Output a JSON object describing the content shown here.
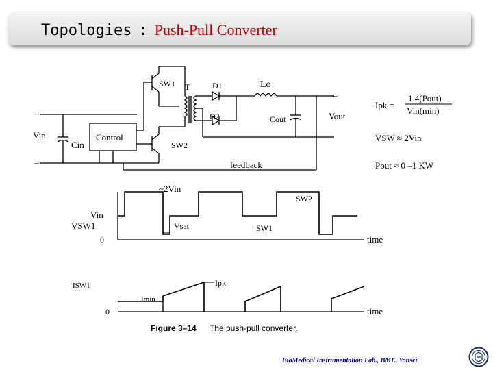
{
  "slide": {
    "title_prefix": "Topologies",
    "title_separator": ":",
    "title_main": "Push-Pull Converter",
    "footer": "BioMedical Instrumentation Lab., BME, Yonsei",
    "title_color": "#c00000",
    "logo_icon": "university-seal-icon"
  },
  "circuit": {
    "sw1": "SW1",
    "sw2": "SW2",
    "t": "T",
    "d1": "D1",
    "d2": "D2",
    "lo": "Lo",
    "cout": "Cout",
    "vout": "Vout",
    "vin": "Vin",
    "cin": "Cin",
    "control": "Control",
    "feedback": "feedback",
    "minus_top_left": "–",
    "minus_bottom_left": "–",
    "minus_top_right": "–"
  },
  "equations": {
    "ipk_lhs": "Ipk =",
    "ipk_num": "1.4(Pout)",
    "ipk_den": "Vin(min)",
    "vsw": "VSW ≈ 2Vin",
    "pout": "Pout ≈ 0 –1 KW"
  },
  "waveforms": {
    "v_label_top": "Vin",
    "v_label_bottom": "VSW1",
    "v_peak": "~2Vin",
    "v_sat": "Vsat",
    "v_zero": "0",
    "v_sw2": "SW2",
    "v_sw1": "SW1",
    "v_time": "time",
    "i_label": "ISW1",
    "i_min": "Imin",
    "i_pk": "Ipk",
    "i_zero": "0",
    "i_time": "time",
    "caption_num": "Figure 3–14",
    "caption_text": "The push-pull converter."
  }
}
